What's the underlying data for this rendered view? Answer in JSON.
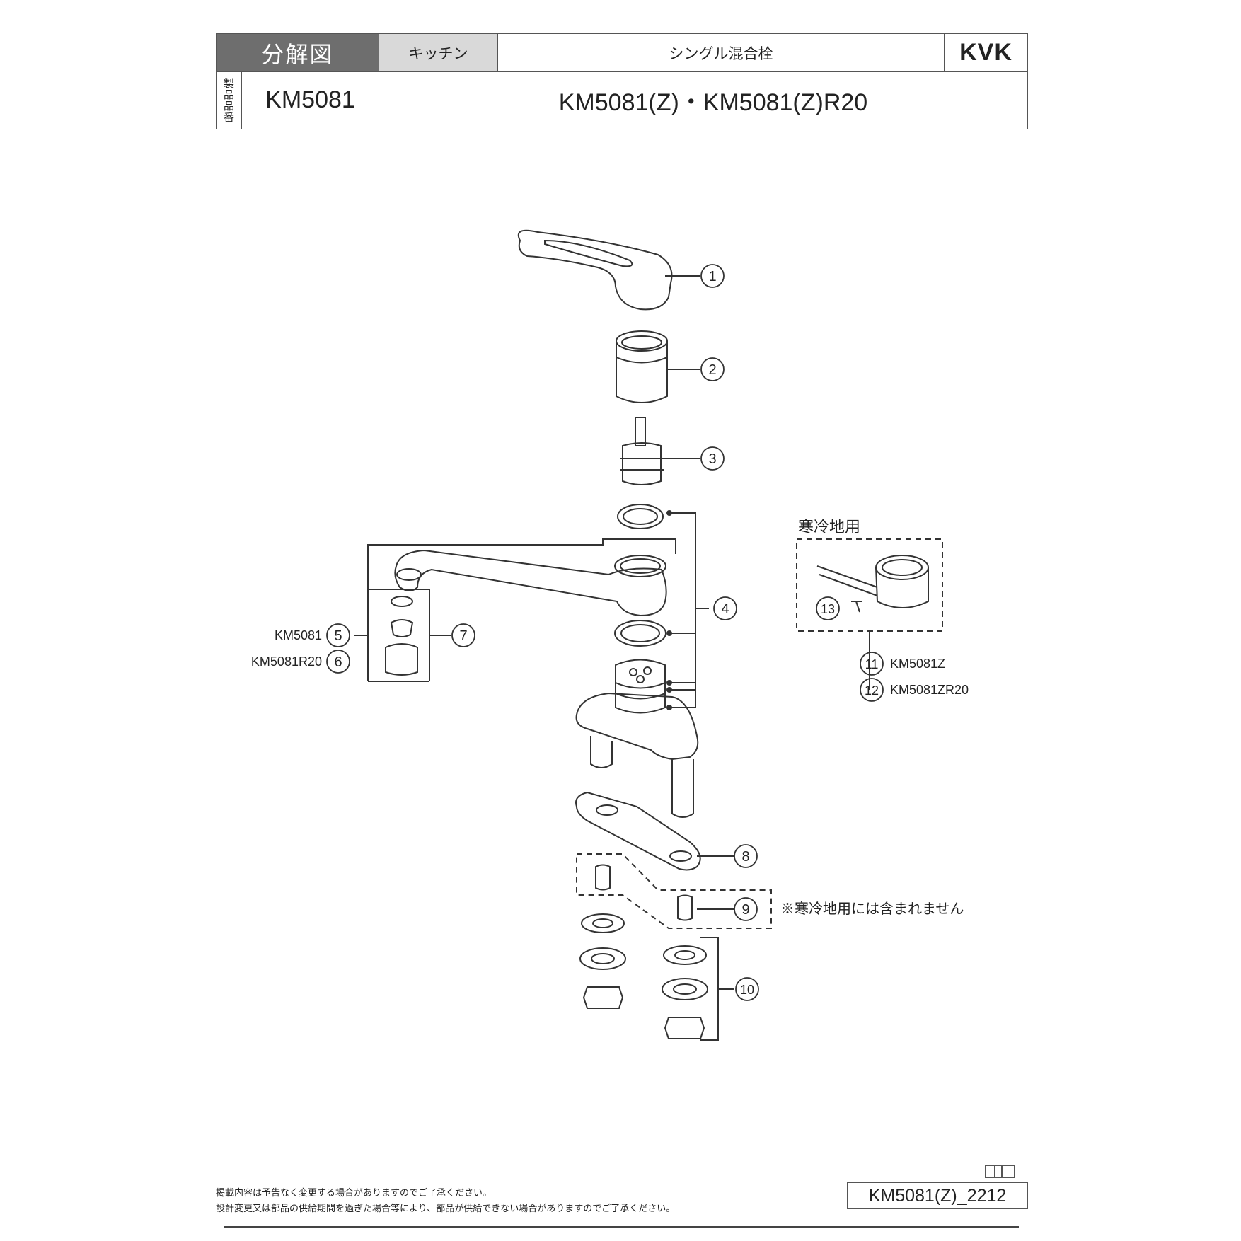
{
  "header": {
    "title": "分解図",
    "category": "キッチン",
    "product_type": "シングル混合栓",
    "brand": "KVK",
    "product_number_label": "製品品番",
    "model": "KM5081",
    "variants": "KM5081(Z)・KM5081(Z)R20"
  },
  "callouts": {
    "c1": "1",
    "c2": "2",
    "c3": "3",
    "c4": "4",
    "c5": "5",
    "c6": "6",
    "c7": "7",
    "c8": "8",
    "c9": "9",
    "c10": "10",
    "c11": "11",
    "c12": "12",
    "c13": "13"
  },
  "labels": {
    "km5081": "KM5081",
    "km5081r20": "KM5081R20",
    "cold_region_title": "寒冷地用",
    "km5081z": "KM5081Z",
    "km5081zr20": "KM5081ZR20",
    "not_included_note": "※寒冷地用には含まれません"
  },
  "footer": {
    "note1": "掲載内容は予告なく変更する場合がありますのでご了承ください。",
    "note2": "設計変更又は部品の供給期間を過ぎた場合等により、部品が供給できない場合がありますのでご了承ください。",
    "doc_id": "KM5081(Z)_2212"
  }
}
